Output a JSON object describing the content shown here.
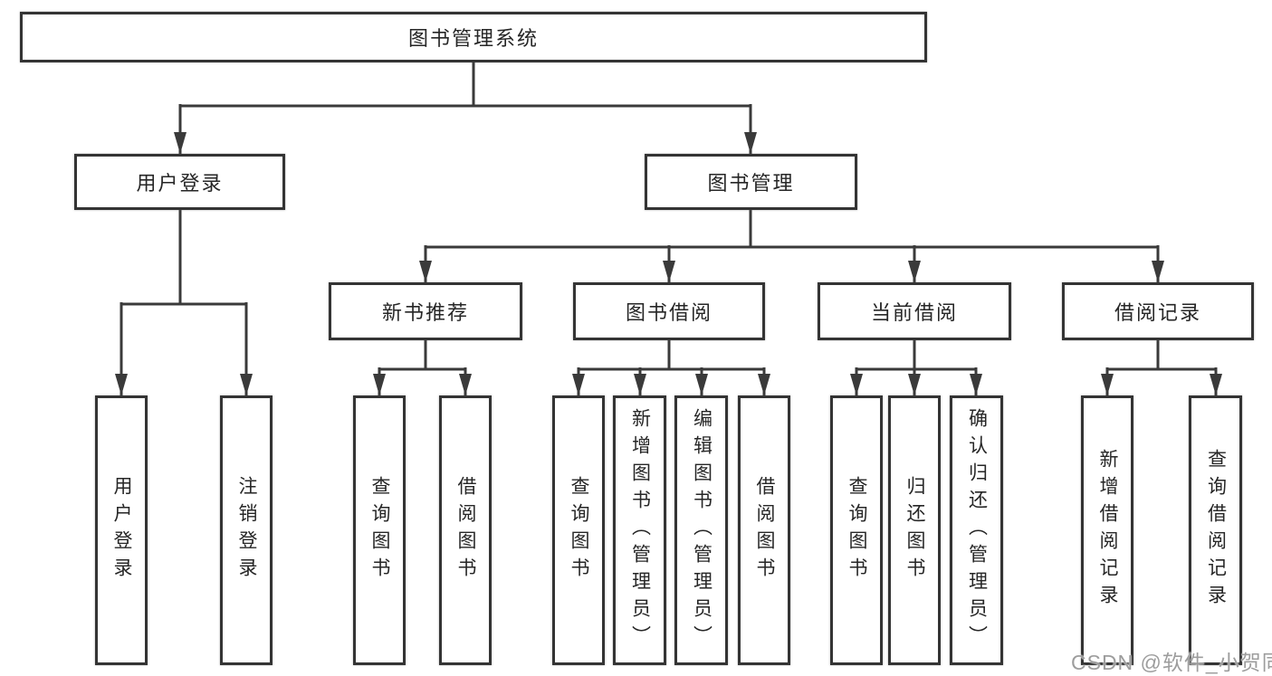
{
  "tree": {
    "label": "图书管理系统",
    "children": [
      {
        "label": "用户登录",
        "children": [
          {
            "label": "用户登录"
          },
          {
            "label": "注销登录"
          }
        ]
      },
      {
        "label": "图书管理",
        "children": [
          {
            "label": "新书推荐",
            "children": [
              {
                "label": "查询图书"
              },
              {
                "label": "借阅图书"
              }
            ]
          },
          {
            "label": "图书借阅",
            "children": [
              {
                "label": "查询图书"
              },
              {
                "label": "新增图书（管理员）"
              },
              {
                "label": "编辑图书（管理员）"
              },
              {
                "label": "借阅图书"
              }
            ]
          },
          {
            "label": "当前借阅",
            "children": [
              {
                "label": "查询图书"
              },
              {
                "label": "归还图书"
              },
              {
                "label": "确认归还（管理员）"
              }
            ]
          },
          {
            "label": "借阅记录",
            "children": [
              {
                "label": "新增借阅记录"
              },
              {
                "label": "查询借阅记录"
              }
            ]
          }
        ]
      }
    ]
  },
  "watermark": "CSDN @软件_小贺同学",
  "colors": {
    "line": "#3a3a3a",
    "box_border": "#343434",
    "text": "#262626",
    "background": "#ffffff",
    "watermark": "#8c8c8c"
  }
}
